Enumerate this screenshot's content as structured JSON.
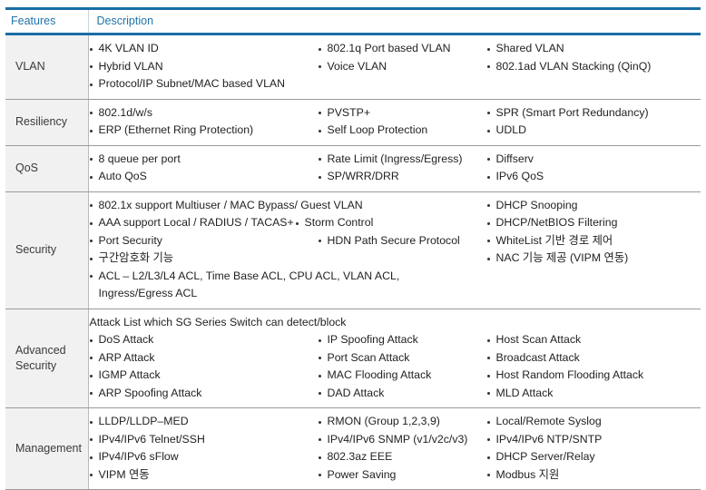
{
  "table": {
    "headers": {
      "features": "Features",
      "description": "Description"
    },
    "accent_color": "#1a6ea5",
    "header_text_color": "#1f74ab",
    "feature_cell_bg": "#f1f1f1",
    "rows": [
      {
        "feature": "VLAN",
        "col1": [
          "4K VLAN ID",
          "Hybrid VLAN",
          "Protocol/IP Subnet/MAC based VLAN"
        ],
        "col2": [
          "802.1q Port based VLAN",
          "Voice VLAN"
        ],
        "col3": [
          "Shared VLAN",
          "802.1ad VLAN Stacking (QinQ)"
        ]
      },
      {
        "feature": "Resiliency",
        "col1": [
          "802.1d/w/s",
          "ERP (Ethernet Ring Protection)"
        ],
        "col2": [
          "PVSTP+",
          "Self Loop Protection"
        ],
        "col3": [
          "SPR (Smart Port Redundancy)",
          "UDLD"
        ]
      },
      {
        "feature": "QoS",
        "col1": [
          "8 queue per port",
          "Auto QoS"
        ],
        "col2": [
          "Rate Limit (Ingress/Egress)",
          "SP/WRR/DRR"
        ],
        "col3": [
          "Diffserv",
          "IPv6 QoS"
        ]
      },
      {
        "feature": "Security",
        "col1": [
          "802.1x support Multiuser / MAC Bypass/ Guest VLAN",
          "AAA support Local / RADIUS / TACAS+",
          "Port Security",
          "구간암호화 기능",
          "ACL – L2/L3/L4 ACL, Time Base ACL, CPU ACL, VLAN ACL,"
        ],
        "col1_continuation": "Ingress/Egress ACL",
        "col2": [
          "Storm Control",
          "HDN Path Secure Protocol"
        ],
        "col3": [
          "DHCP Snooping",
          "DHCP/NetBIOS Filtering",
          "WhiteList 기반 경로 제어",
          "NAC 기능 제공 (VIPM 연동)"
        ]
      },
      {
        "feature": "Advanced Security",
        "feature_line1": "Advanced",
        "feature_line2": "Security",
        "intro": "Attack List which SG Series Switch can detect/block",
        "col1": [
          "DoS Attack",
          "ARP Attack",
          "IGMP Attack",
          "ARP Spoofing Attack"
        ],
        "col2": [
          "IP Spoofing Attack",
          "Port Scan Attack",
          "MAC Flooding Attack",
          "DAD Attack"
        ],
        "col3": [
          "Host Scan Attack",
          "Broadcast Attack",
          "Host Random Flooding Attack",
          "MLD Attack"
        ]
      },
      {
        "feature": "Management",
        "col1": [
          "LLDP/LLDP–MED",
          "IPv4/IPv6 Telnet/SSH",
          "IPv4/IPv6 sFlow",
          "VIPM 연동"
        ],
        "col2": [
          "RMON (Group 1,2,3,9)",
          "IPv4/IPv6 SNMP (v1/v2c/v3)",
          "802.3az EEE",
          "Power Saving"
        ],
        "col3": [
          "Local/Remote Syslog",
          "IPv4/IPv6 NTP/SNTP",
          "DHCP Server/Relay",
          "Modbus 지원"
        ]
      }
    ]
  }
}
